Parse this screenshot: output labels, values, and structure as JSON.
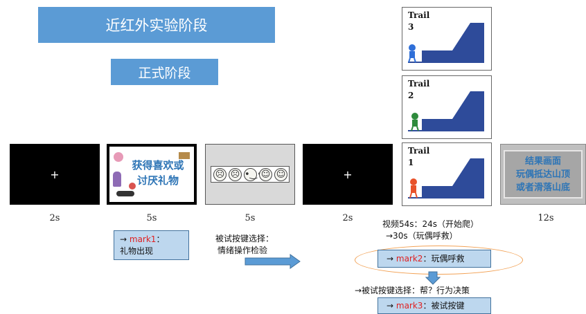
{
  "banners": {
    "nir_stage": "近红外实验阶段",
    "formal_stage": "正式阶段"
  },
  "timeline": [
    {
      "content": "+",
      "duration": "2s"
    },
    {
      "content": "获得喜欢或\n讨厌礼物",
      "duration": "5s"
    },
    {
      "content": "",
      "duration": "5s"
    },
    {
      "content": "+",
      "duration": "2s"
    },
    {
      "content": "",
      "duration": ""
    },
    {
      "content": "结果画面\n玩偶抵达山顶\n或者滑落山底",
      "duration": "12s"
    }
  ],
  "trails": [
    {
      "label": "Trail\n3",
      "figure_color": "#2f6fd8"
    },
    {
      "label": "Trail\n2",
      "figure_color": "#2e8b3c"
    },
    {
      "label": "Trail\n1",
      "figure_color": "#e8522a"
    }
  ],
  "mountain_color": "#2e4b9a",
  "mark1": {
    "prefix": "→ ",
    "name": "mark1",
    "suffix": "：",
    "line2": "礼物出现"
  },
  "emotion_check": {
    "line1": "被试按键选择：",
    "line2": "情绪操作检验"
  },
  "video_note": {
    "line1": "视频54s：24s（开始爬）",
    "line2": "→30s（玩偶呼救）"
  },
  "mark2": {
    "prefix": "→ ",
    "name": "mark2",
    "suffix": "：玩偶呼救"
  },
  "decision_note": "→被试按键选择：帮？行为决策",
  "mark3": {
    "prefix": "→ ",
    "name": "mark3",
    "suffix": "：被试按键"
  },
  "colors": {
    "banner": "#5b9bd5",
    "mark_box": "#bdd7ee",
    "mark_red": "#e02020",
    "ellipse": "#f2a154",
    "arrow": "#5b9bd5",
    "result_text": "#2e75b6"
  }
}
